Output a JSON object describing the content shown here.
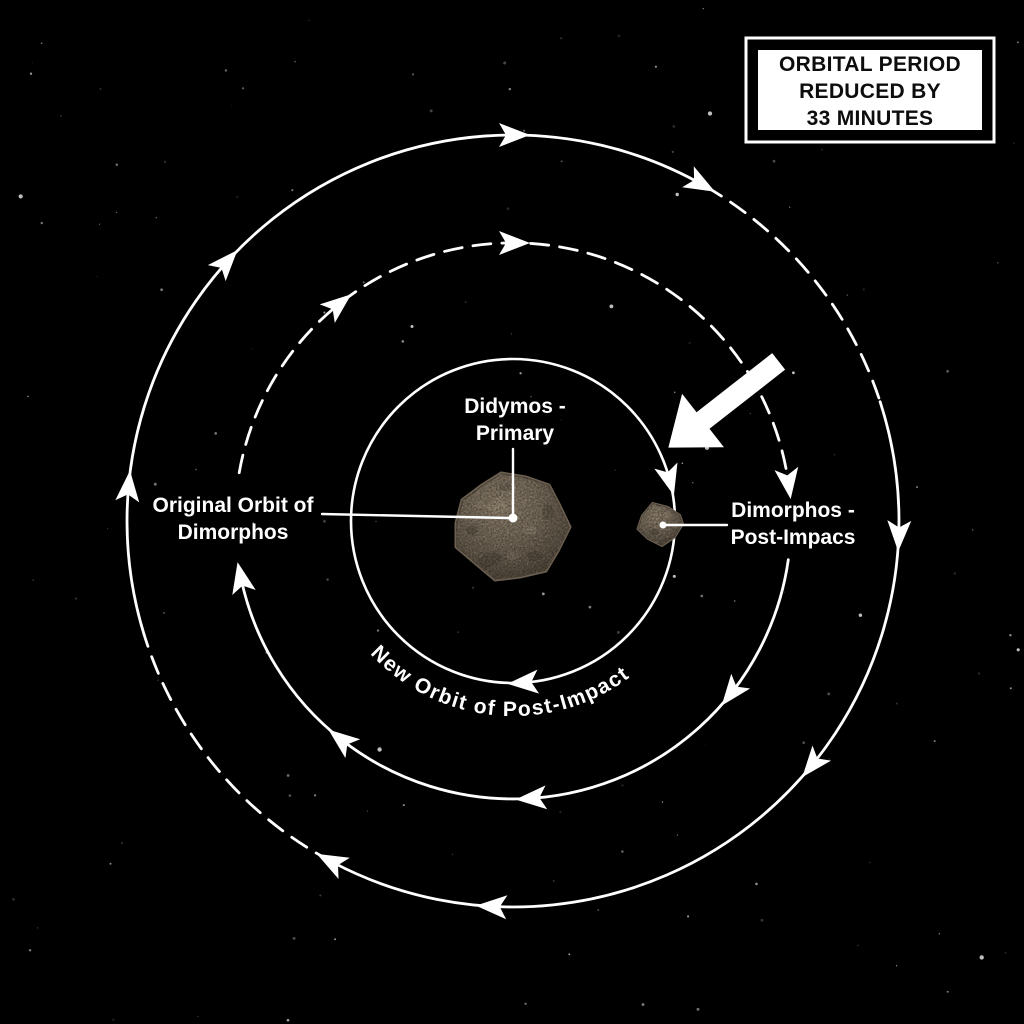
{
  "badge": {
    "lines": [
      "ORBITAL PERIOD",
      "REDUCED BY",
      "33 MINUTES"
    ],
    "fill": "#ffffff",
    "text_color": "#0d0d0d",
    "border_color": "#ffffff"
  },
  "labels": {
    "didymos": {
      "line1": "Didymos -",
      "line2": "Primary"
    },
    "original_orbit": {
      "line1": "Original Orbit of",
      "line2": "Dimorphos"
    },
    "dimorphos_post_impact": {
      "line1": "Dimorphos -",
      "line2": "Post-Impacs"
    },
    "new_orbit": "New Orbit of Post-Impact"
  },
  "orbits": {
    "direction": "clockwise",
    "line_color": "#ffffff",
    "original_orbit_style": "dashed",
    "new_orbit_style": "solid"
  },
  "colors": {
    "background": "#000000",
    "lines": "#ffffff",
    "asteroid_light": "#a2937c",
    "asteroid_dark": "#4a4033"
  }
}
